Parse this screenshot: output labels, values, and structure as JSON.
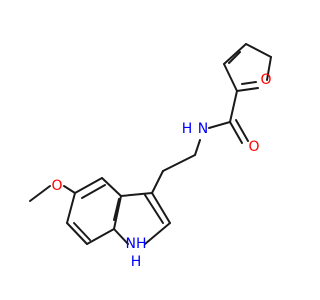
{
  "molecule": {
    "colors": {
      "bond": "#1a1a1a",
      "oxygen": "#ff0000",
      "nitrogen": "#0000ff",
      "background": "#ffffff"
    },
    "atom_labels": {
      "furan_oxygen": "O",
      "carbonyl_oxygen": "O",
      "amide_nitrogen": "N",
      "amide_hydrogen": "H",
      "methoxy_oxygen": "O",
      "indole_nh": "NH",
      "indole_h": "H"
    }
  }
}
